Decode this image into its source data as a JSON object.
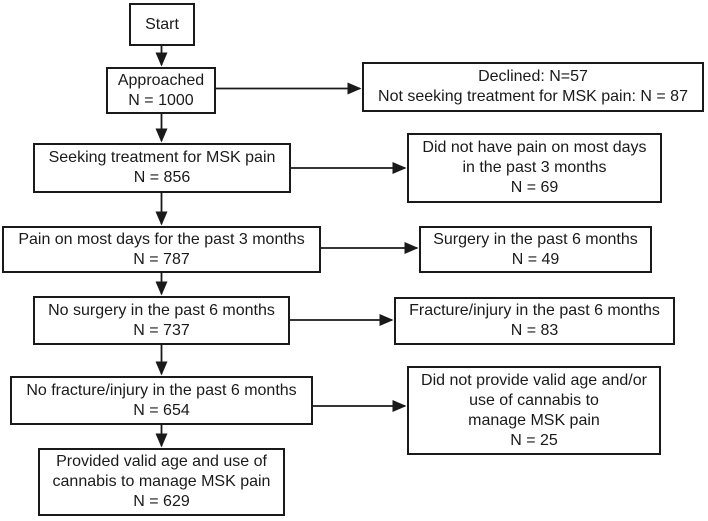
{
  "diagram": {
    "type": "flowchart",
    "background_color": "#ffffff",
    "line_color": "#1a1a1a",
    "text_color": "#1a1a1a",
    "nodes": {
      "start": {
        "lines": [
          "Start"
        ]
      },
      "approached": {
        "lines": [
          "Approached",
          "N = 1000"
        ]
      },
      "declined": {
        "lines": [
          "Declined: N=57",
          "Not seeking treatment for MSK pain: N = 87"
        ]
      },
      "seeking_treatment": {
        "lines": [
          "Seeking treatment for MSK pain",
          "N = 856"
        ]
      },
      "no_pain_most_days": {
        "lines": [
          "Did not have pain on most days",
          "in the past 3 months",
          "N = 69"
        ]
      },
      "pain_most_days": {
        "lines": [
          "Pain on most days for the past 3 months",
          "N = 787"
        ]
      },
      "surgery": {
        "lines": [
          "Surgery in the past 6 months",
          "N = 49"
        ]
      },
      "no_surgery": {
        "lines": [
          "No surgery in the past 6 months",
          "N = 737"
        ]
      },
      "fracture_injury": {
        "lines": [
          "Fracture/injury in the past 6 months",
          "N = 83"
        ]
      },
      "no_fracture_injury": {
        "lines": [
          "No fracture/injury in the past 6 months",
          "N = 654"
        ]
      },
      "did_not_provide_valid": {
        "lines": [
          "Did not provide valid age and/or",
          "use of cannabis to",
          "manage MSK pain",
          "N = 25"
        ]
      },
      "provided_valid": {
        "lines": [
          "Provided valid age and use of",
          "cannabis to manage MSK pain",
          "N = 629"
        ]
      }
    },
    "edges": [
      {
        "from": "start",
        "to": "approached"
      },
      {
        "from": "approached",
        "to": "declined"
      },
      {
        "from": "approached",
        "to": "seeking_treatment"
      },
      {
        "from": "seeking_treatment",
        "to": "no_pain_most_days"
      },
      {
        "from": "seeking_treatment",
        "to": "pain_most_days"
      },
      {
        "from": "pain_most_days",
        "to": "surgery"
      },
      {
        "from": "pain_most_days",
        "to": "no_surgery"
      },
      {
        "from": "no_surgery",
        "to": "fracture_injury"
      },
      {
        "from": "no_surgery",
        "to": "no_fracture_injury"
      },
      {
        "from": "no_fracture_injury",
        "to": "did_not_provide_valid"
      },
      {
        "from": "no_fracture_injury",
        "to": "provided_valid"
      }
    ]
  }
}
